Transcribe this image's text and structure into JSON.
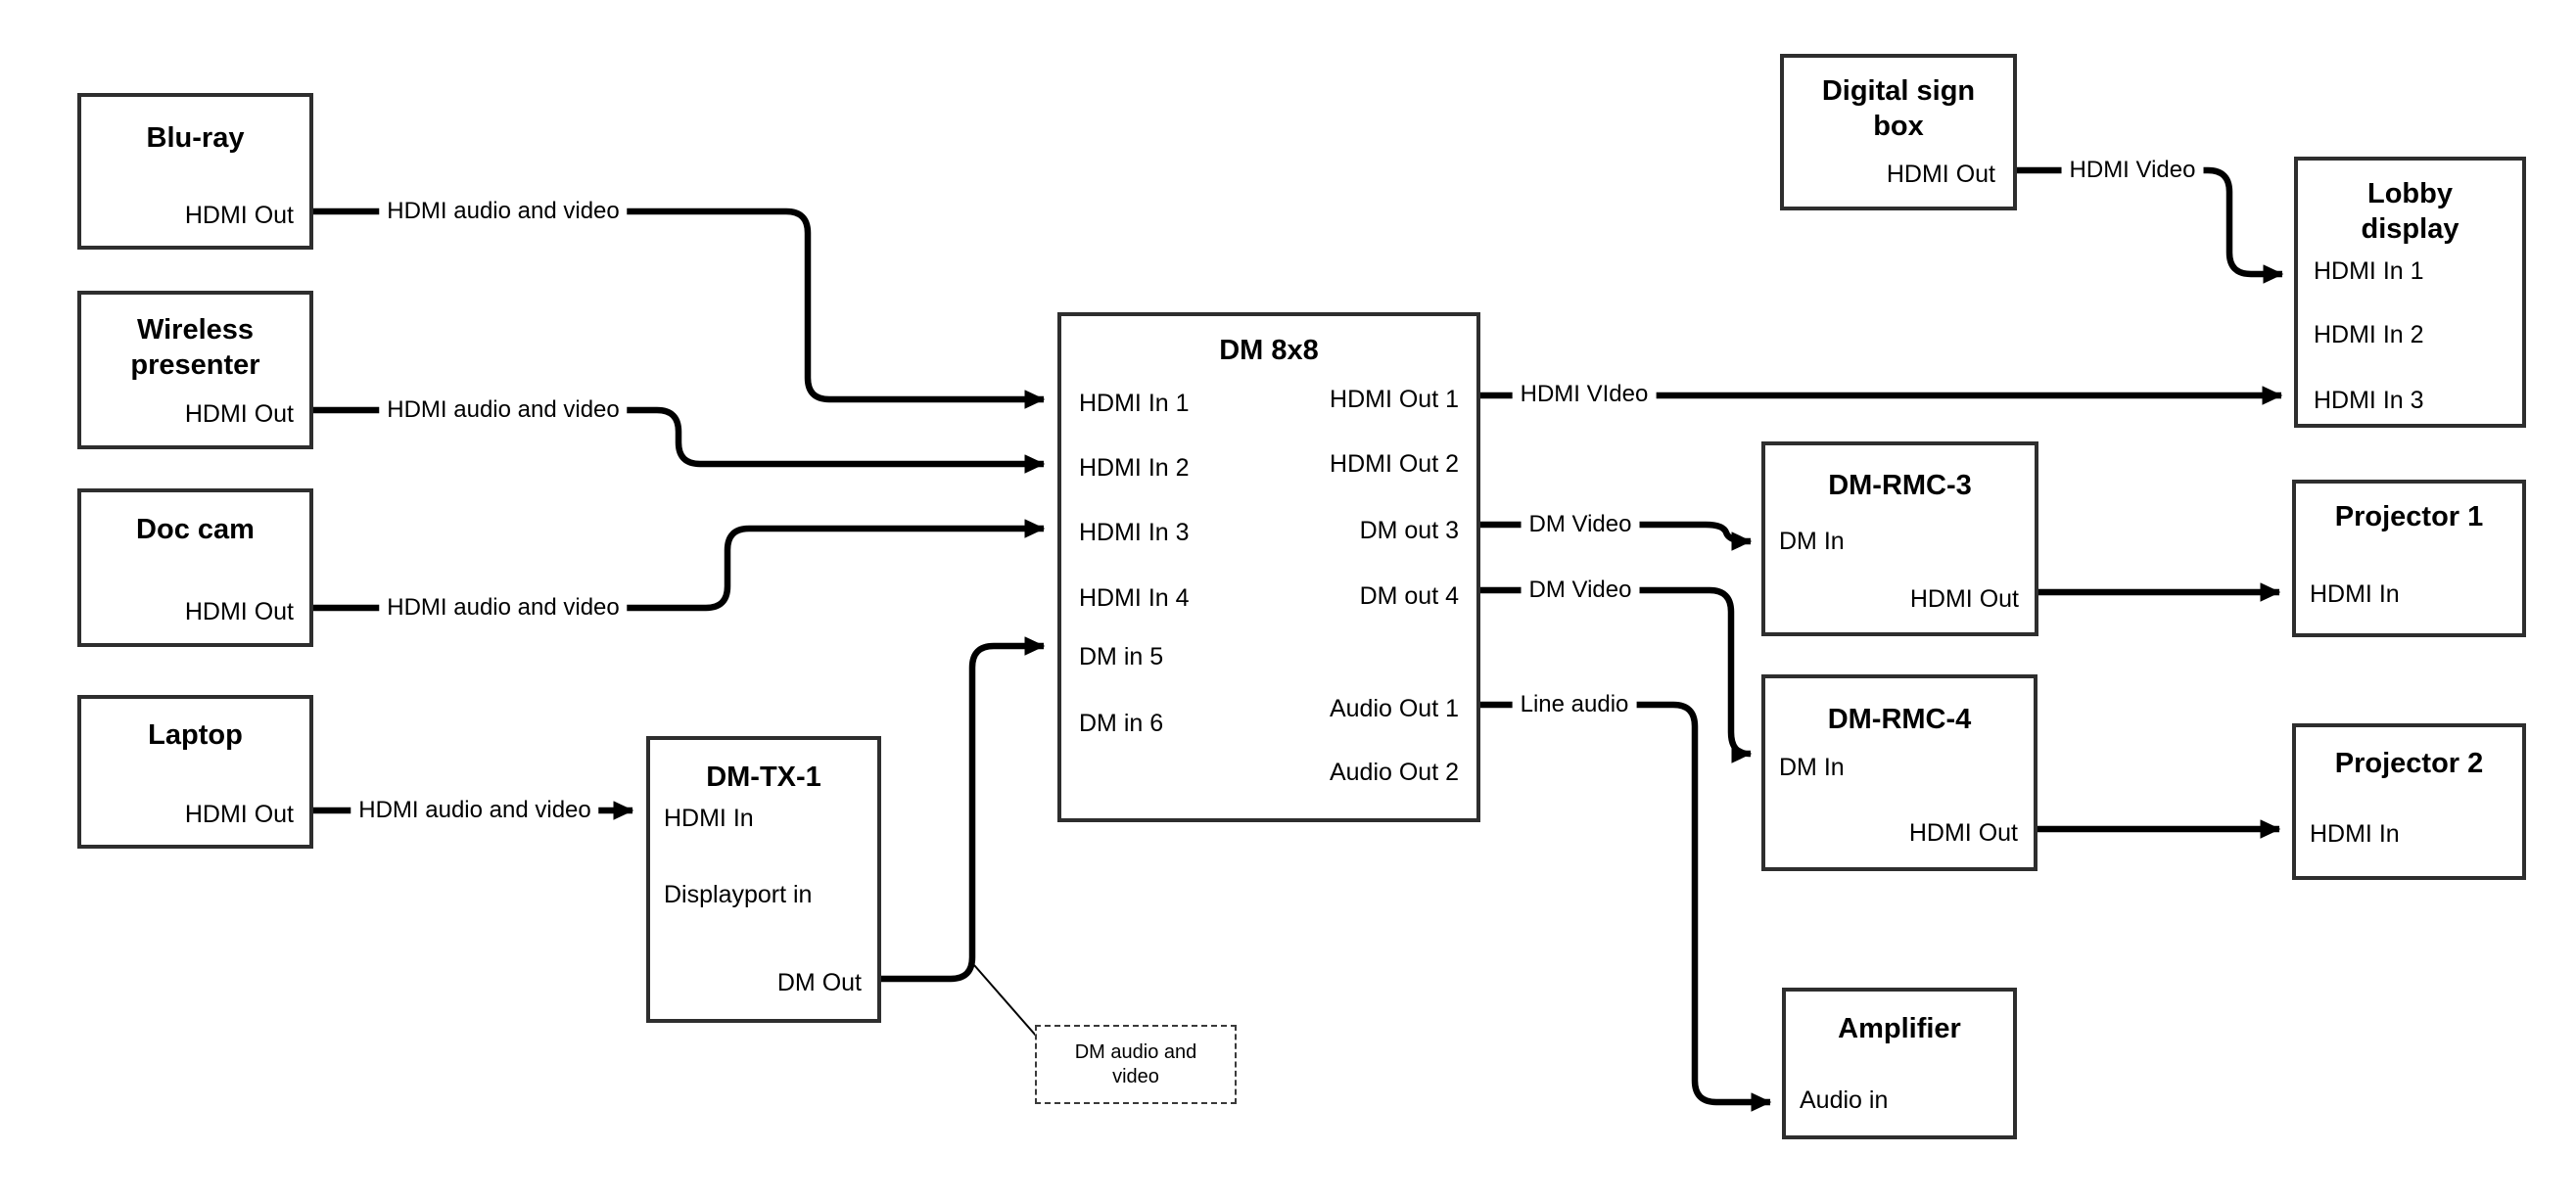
{
  "colors": {
    "background": "#ffffff",
    "line": "#000000",
    "box_border": "#2e2e2e",
    "text": "#000000"
  },
  "boxes": {
    "blu_ray": {
      "title": "Blu-ray",
      "hdmi_out": "HDMI Out"
    },
    "wireless": {
      "title": "Wireless\npresenter",
      "hdmi_out": "HDMI Out"
    },
    "doc_cam": {
      "title": "Doc cam",
      "hdmi_out": "HDMI Out"
    },
    "laptop": {
      "title": "Laptop",
      "hdmi_out": "HDMI Out"
    },
    "dm_tx1": {
      "title": "DM-TX-1",
      "hdmi_in": "HDMI In",
      "displayport_in": "Displayport in",
      "dm_out": "DM Out"
    },
    "dm8x8": {
      "title": "DM 8x8",
      "hdmi_in_1": "HDMI In 1",
      "hdmi_in_2": "HDMI In 2",
      "hdmi_in_3": "HDMI In 3",
      "hdmi_in_4": "HDMI In 4",
      "dm_in_5": "DM in 5",
      "dm_in_6": "DM in 6",
      "hdmi_out_1": "HDMI Out 1",
      "hdmi_out_2": "HDMI Out 2",
      "dm_out_3": "DM out 3",
      "dm_out_4": "DM out 4",
      "audio_out_1": "Audio Out 1",
      "audio_out_2": "Audio Out 2"
    },
    "digital_sign": {
      "title": "Digital sign\nbox",
      "hdmi_out": "HDMI Out"
    },
    "lobby": {
      "title": "Lobby\ndisplay",
      "hdmi_in_1": "HDMI In 1",
      "hdmi_in_2": "HDMI In 2",
      "hdmi_in_3": "HDMI In 3"
    },
    "dm_rmc3": {
      "title": "DM-RMC-3",
      "dm_in": "DM In",
      "hdmi_out": "HDMI Out"
    },
    "dm_rmc4": {
      "title": "DM-RMC-4",
      "dm_in": "DM In",
      "hdmi_out": "HDMI Out"
    },
    "projector1": {
      "title": "Projector 1",
      "hdmi_in": "HDMI In"
    },
    "projector2": {
      "title": "Projector 2",
      "hdmi_in": "HDMI In"
    },
    "amplifier": {
      "title": "Amplifier",
      "audio_in": "Audio in"
    }
  },
  "note": {
    "text": "DM audio and\nvideo"
  },
  "connection_labels": {
    "blu_ray_to_dm8x8": "HDMI audio and video",
    "wireless_to_dm8x8": "HDMI audio and video",
    "doc_cam_to_dm8x8": "HDMI audio and video",
    "laptop_to_dm_tx1": "HDMI audio and video",
    "dm8x8_to_lobby": "HDMI VIdeo",
    "dm8x8_to_rmc3": "DM Video",
    "dm8x8_to_rmc4": "DM Video",
    "dm8x8_to_amplifier": "Line audio",
    "digital_sign_to_lobby": "HDMI Video"
  }
}
